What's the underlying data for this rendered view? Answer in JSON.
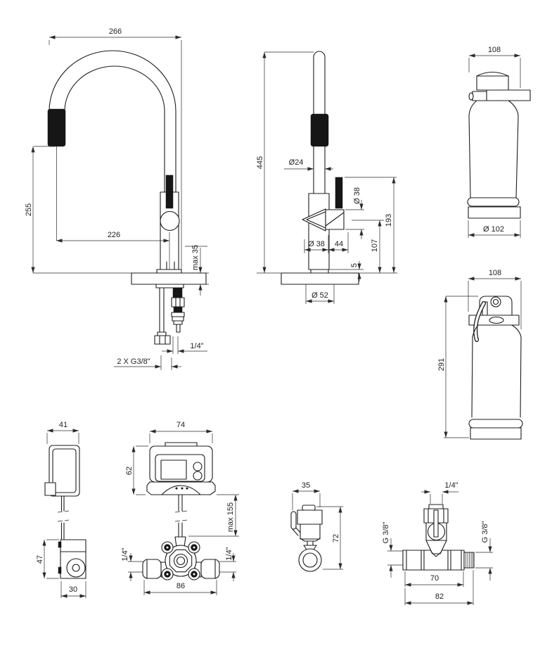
{
  "canvas": {
    "width": "785",
    "height": "928",
    "background": "#ffffff"
  },
  "colors": {
    "line": "#1c1c1c",
    "dimension": "#2b2b2b",
    "black_fill": "#161616"
  },
  "views": {
    "faucet_side": {
      "dims": {
        "spout_width": "266",
        "spout_height": "255",
        "reach": "226",
        "deck_max": "max 35",
        "hose_fitting": "1/4\"",
        "supply_connections": "2 X G3/8\""
      }
    },
    "faucet_front": {
      "dims": {
        "height": "445",
        "spout_diameter": "Ø24",
        "handle_diameter": "Ø 38",
        "handle_height": "193",
        "body_height": "107",
        "body_diameter": "Ø 38",
        "handle_offset": "44",
        "base_lip": "5",
        "base_diameter": "Ø 52"
      }
    },
    "cartridge_side": {
      "dims": {
        "width": "108",
        "diameter": "Ø 102"
      }
    },
    "cartridge_front": {
      "dims": {
        "width": "108",
        "height": "291"
      }
    },
    "holder": {
      "dims": {
        "width": "41",
        "height": "47",
        "depth": "30"
      }
    },
    "control_box": {
      "dims": {
        "width": "74",
        "height": "62",
        "cable_max": "max 155",
        "port_left": "1/4\"",
        "port_right": "1/4\"",
        "manifold_width": "86"
      }
    },
    "shutoff_valve": {
      "dims": {
        "width": "35",
        "height": "72"
      }
    },
    "tee_valve": {
      "dims": {
        "stem": "1/4\"",
        "port_left": "G 3/8\"",
        "port_right": "G 3/8\"",
        "body_length": "70",
        "overall_length": "82"
      }
    }
  }
}
